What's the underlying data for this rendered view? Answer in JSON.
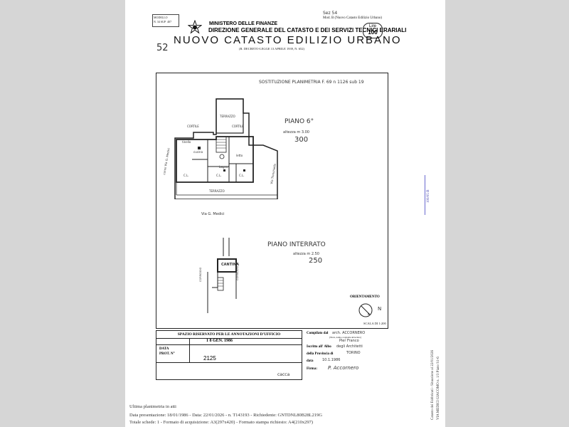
{
  "header": {
    "corner_stamp": "MODELLO\nN. 34 SUP  407",
    "ministry": "MINISTERO DELLE FINANZE",
    "direzione": "DIREZIONE GENERALE DEL CATASTO E DEI SERVIZI TECNICI ERARIALI",
    "model_ref": "Mod. B (Nuovo Catasto Edilizio Urbano)",
    "sheet_ref": "Sez 54",
    "lire": "Lire",
    "lire_value": "100",
    "number": "52",
    "main_title": "NUOVO CATASTO EDILIZIO URBANO",
    "decree": "(R. DECRETO-LEGGE 13 APRILE 1939, N. 652)"
  },
  "plan": {
    "replacement_note": "SOSTITUZIONE PLANIMETRIA  F. 69 n 1126 sub 19",
    "floor6_label": "PIANO 6°",
    "floor6_height_note": "altezza m 3.00",
    "floor6_height": "300",
    "floor6_rooms": {
      "terrazzo_top": "TERRAZZO",
      "cortile_left": "CORTILE",
      "cortile_right": "CORTILE",
      "tinello": "tinello",
      "letto": "letto",
      "cucina": "cucina",
      "cl1": "C.L.",
      "cl2": "C.L.",
      "cl3": "C.L.",
      "bagno": "bagno",
      "terrazzo_bottom": "TERRAZZO",
      "street_left": "corso Via G. Medici",
      "street_right": "Via Tronchiella",
      "street_bottom": "Via G. Medici"
    },
    "basement_label": "PIANO   INTERRATO",
    "basement_height_note": "altezza m 2.50",
    "basement_height": "250",
    "basement_rooms": {
      "cantina": "CANTINA",
      "corridoio_left": "CORRIDOIO",
      "corridoio_right": "CORRIDOIO"
    },
    "orientation": "ORIENTAMENTO",
    "north": "N",
    "scale": "SCALA DI 1:200"
  },
  "office_box": {
    "title": "SPAZIO RISERVATO PER LE ANNOTAZIONI D'UFFICIO",
    "data_label": "DATA",
    "data_value": "1 8 GEN. 1986",
    "prot_label": "PROT. N°",
    "prot_value": "2125",
    "signature_mark": "cacca"
  },
  "compiler": {
    "compilato": "Compilato dal",
    "compilato_value": "arch. ACCORNERO",
    "sub_note": "(Titolo, nome e cognome del tecnico)",
    "name": "Pier Franco",
    "iscritto": "Iscritto all' Albo",
    "iscritto_value": "degli Architetti",
    "provincia": "della Provincia di",
    "provincia_value": "TORINO",
    "data": "data",
    "data_value": "10.1.1986",
    "firma": "Firma:",
    "firma_value": "P. Accornero"
  },
  "side_margin_right": "100/05 B",
  "vertical_info": {
    "line1": "Catasto dei Fabbricati - Situazione al 22/01/2026",
    "line2": "VIA MEDICI GIACOMO n. 1/3 Piano S1-6"
  },
  "footer": {
    "line1": "Ultima planimetria in atti",
    "line2": "Data presentazione: 18/01/1986 - Data: 22/01/2026 - n. T143193 - Richiedente: GNTDNL80B28L219G",
    "line3": "Totale schede: 1 - Formato di acquisizione: A3(297x420) - Formato stampa richiesto: A4(210x297)"
  }
}
